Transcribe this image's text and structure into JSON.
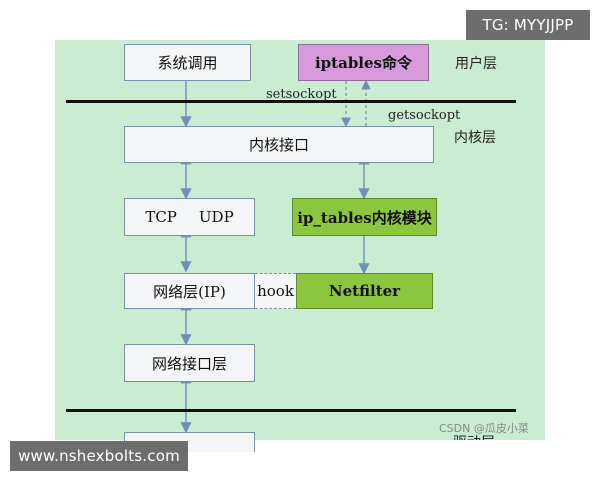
{
  "watermark_top": "TG: MYYJJPP",
  "watermark_bottom": "www.nshexbolts.com",
  "csdn": "CSDN @瓜皮小菜",
  "diagram": {
    "system_call": "系统调用",
    "iptables_command": "iptables命令",
    "user_layer": "用户层",
    "setsockopt": "setsockopt",
    "getsockopt": "getsockopt",
    "kernel_interface": "内核接口",
    "kernel_layer": "内核层",
    "tcp": "TCP",
    "udp": "UDP",
    "ip_tables_module": "ip_tables内核模块",
    "network_layer_ip": "网络层(IP)",
    "hook": "hook",
    "netfilter": "Netfilter",
    "network_interface_layer": "网络接口层",
    "driver_layer": "驱动层"
  },
  "colors": {
    "diagram_background": "#c9ecd2",
    "iptables_box": "#d79bdc",
    "netfilter_box": "#8cc63f",
    "arrow": "#6f8fb8",
    "watermark": "#6d6d6d"
  }
}
